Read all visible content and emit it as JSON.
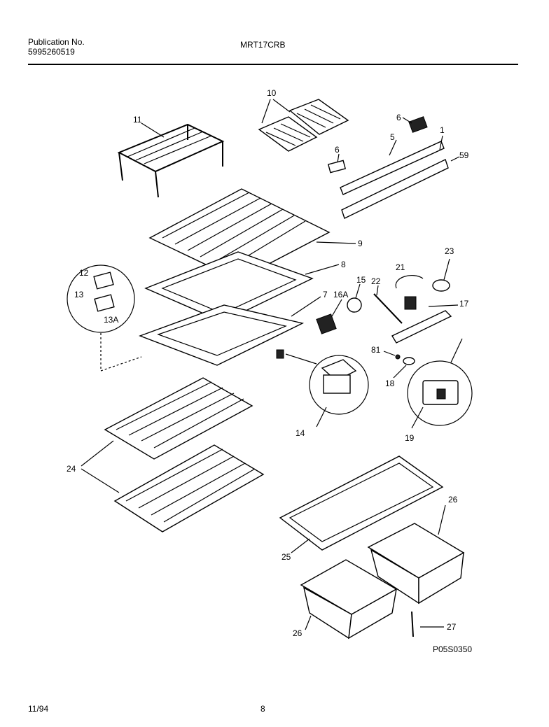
{
  "header": {
    "publication_label": "Publication No.",
    "publication_number": "5995260519",
    "model": "MRT17CRB"
  },
  "footer": {
    "date": "11/94",
    "page": "8",
    "drawing_number": "P05S0350"
  },
  "callouts": {
    "c1": "1",
    "c5": "5",
    "c6a": "6",
    "c6b": "6",
    "c59": "59",
    "c10": "10",
    "c11": "11",
    "c9": "9",
    "c8": "8",
    "c7": "7",
    "c12": "12",
    "c13": "13",
    "c13a": "13A",
    "c16a": "16A",
    "c15": "15",
    "c22": "22",
    "c21": "21",
    "c23": "23",
    "c17": "17",
    "c81": "81",
    "c18": "18",
    "c14": "14",
    "c19": "19",
    "c24": "24",
    "c25": "25",
    "c26a": "26",
    "c26b": "26",
    "c27": "27"
  }
}
